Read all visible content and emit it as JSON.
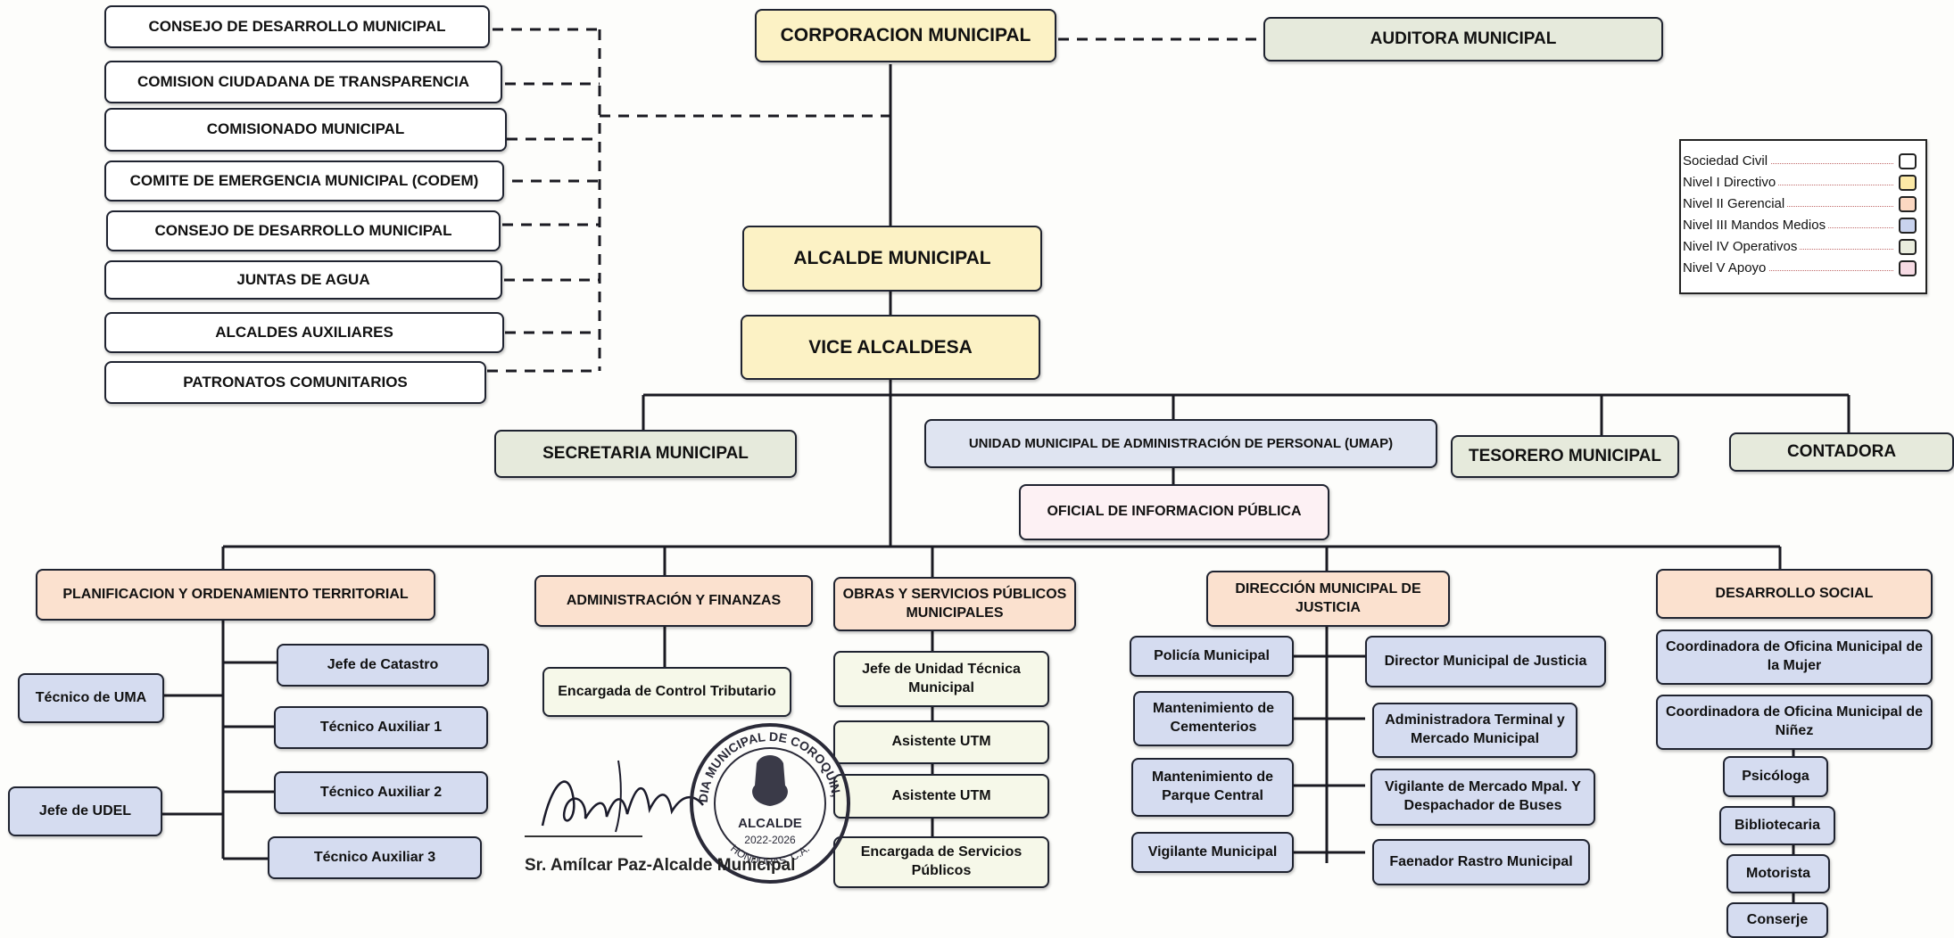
{
  "civil": [
    "CONSEJO DE DESARROLLO MUNICIPAL",
    "COMISION CIUDADANA DE TRANSPARENCIA",
    "COMISIONADO MUNICIPAL",
    "COMITE DE EMERGENCIA MUNICIPAL (CODEM)",
    "CONSEJO DE DESARROLLO MUNICIPAL",
    "JUNTAS DE AGUA",
    "ALCALDES AUXILIARES",
    "PATRONATOS COMUNITARIOS"
  ],
  "corporacion": "CORPORACION MUNICIPAL",
  "auditora": "AUDITORA MUNICIPAL",
  "alcalde": "ALCALDE MUNICIPAL",
  "vice": "VICE ALCALDESA",
  "secretaria": "SECRETARIA MUNICIPAL",
  "umap": "UNIDAD MUNICIPAL DE ADMINISTRACIÓN DE PERSONAL (UMAP)",
  "tesorero": "TESORERO MUNICIPAL",
  "contadora": "CONTADORA",
  "oficial": "OFICIAL DE INFORMACION PÚBLICA",
  "legend": [
    {
      "label": "Sociedad Civil",
      "color": "#ffffff"
    },
    {
      "label": "Nivel I Directivo",
      "color": "#fce9a6"
    },
    {
      "label": "Nivel II Gerencial",
      "color": "#fbd8c2"
    },
    {
      "label": "Nivel III Mandos Medios",
      "color": "#c9d3ee"
    },
    {
      "label": "Nivel IV Operativos",
      "color": "#eaedde"
    },
    {
      "label": "Nivel V Apoyo",
      "color": "#f7dbe4"
    }
  ],
  "departments": {
    "planificacion": {
      "title": "PLANIFICACION Y ORDENAMIENTO TERRITORIAL",
      "left": [
        "Técnico de UMA",
        "Jefe de UDEL"
      ],
      "right": [
        "Jefe de Catastro",
        "Técnico Auxiliar 1",
        "Técnico Auxiliar 2",
        "Técnico Auxiliar 3"
      ]
    },
    "administracion": {
      "title": "ADMINISTRACIÓN Y FINANZAS",
      "items": [
        "Encargada de Control Tributario"
      ]
    },
    "obras": {
      "title": "OBRAS Y SERVICIOS PÚBLICOS MUNICIPALES",
      "items": [
        "Jefe de Unidad Técnica Municipal",
        "Asistente UTM",
        "Asistente UTM",
        "Encargada de Servicios Públicos"
      ]
    },
    "justicia": {
      "title": "DIRECCIÓN MUNICIPAL DE JUSTICIA",
      "left": [
        "Policía Municipal",
        "Mantenimiento de Cementerios",
        "Mantenimiento de Parque Central",
        "Vigilante Municipal"
      ],
      "right": [
        "Director Municipal de Justicia",
        "Administradora Terminal y Mercado Municipal",
        "Vigilante de Mercado Mpal. Y Despachador de Buses",
        "Faenador Rastro Municipal"
      ]
    },
    "social": {
      "title": "DESARROLLO SOCIAL",
      "items": [
        "Coordinadora de Oficina Municipal de la Mujer",
        "Coordinadora de Oficina Municipal de Niñez",
        "Psicóloga",
        "Bibliotecaria",
        "Motorista",
        "Conserje"
      ]
    }
  },
  "signature": {
    "name": "Sr. Amílcar Paz-Alcalde Municipal"
  },
  "seal": {
    "top_text": "ALCALDIA MUNICIPAL DE COROQUIN, COPAN",
    "center": "ALCALDE",
    "years": "2022-2026",
    "bottom": "HONDURAS, C.A."
  },
  "colors": {
    "directivo": "#fcf2c5",
    "gerencial": "#fbe1cf",
    "mandos_medios": "#d5dcf0",
    "operativos": "#f6f8e9",
    "apoyo": "#fdf1f4",
    "line": "#1f2330"
  }
}
